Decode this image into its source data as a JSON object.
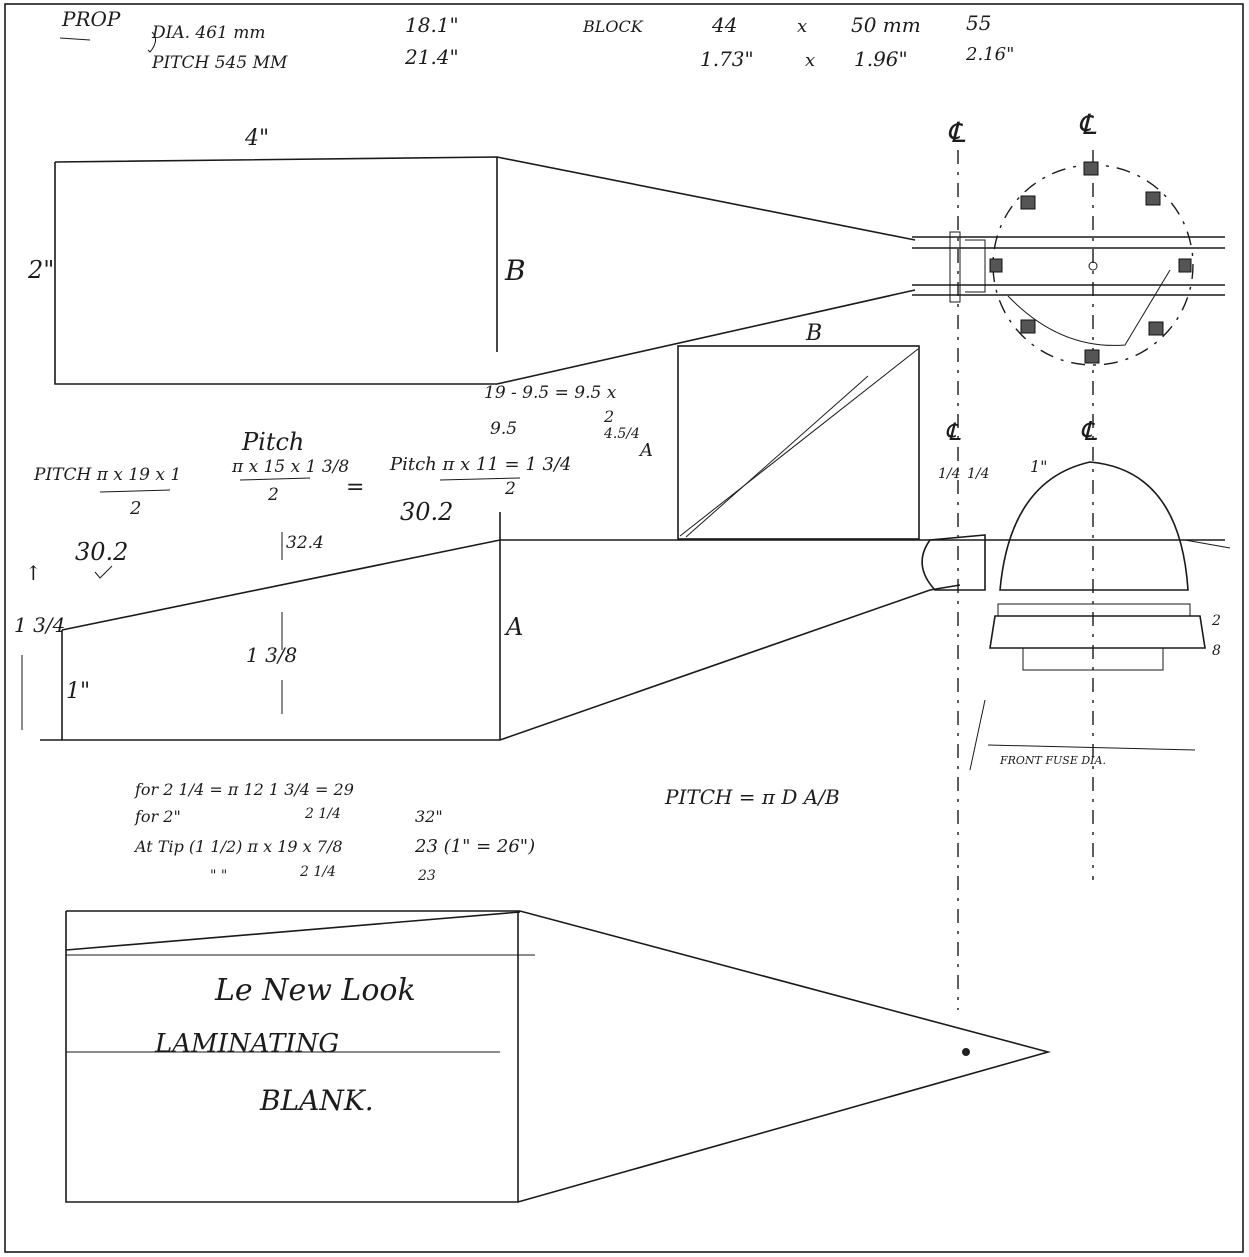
{
  "header": {
    "prop": "PROP",
    "dia": "DIA. 461 mm",
    "dia_in": "18.1\"",
    "pitch": "PITCH 545 MM",
    "pitch_in": "21.4\"",
    "block": "BLOCK",
    "block_w_mm": "44",
    "times1": "x",
    "block_h_mm": "50 mm",
    "block_extra": "55",
    "block_w_in": "1.73\"",
    "times2": "x",
    "block_h_in": "1.96\"",
    "block_extra_in": "2.16\""
  },
  "top_view": {
    "width_label": "4\"",
    "height_label": "2\"",
    "section_label": "B",
    "box_label": "B"
  },
  "notes": {
    "calc_a": "19 - 9.5 = 9.5 x",
    "calc_b": "9.5",
    "calc_c": "2",
    "calc_d": "4.5/4",
    "calc_e": "A",
    "pitch1_a": "PITCH π x 19 x 1",
    "pitch1_b": "2",
    "pitch1_c": "30.2",
    "pitch2_a": "Pitch",
    "pitch2_b": "π x 15 x 1 3/8",
    "pitch2_c": "2",
    "pitch2_eq": "=",
    "pitch3_a": "Pitch π x 11 = 1 3/4",
    "pitch3_b": "2",
    "pitch3_c": "30.2",
    "dim_32": "32.4"
  },
  "side_view": {
    "h1": "1 3/4",
    "h2": "1\"",
    "h3": "1 3/8",
    "section_label": "A",
    "arrow": "↑"
  },
  "formulas": {
    "line1": "for 2 1/4 =  π 12  1 3/4  = 29",
    "line1b": "2 1/4",
    "line2": "for 2\"",
    "line2b": "32\"",
    "line3": "At Tip (1 1/2)   π x 19 x 7/8",
    "line3b": "23 (1\" = 26\")",
    "line4": "\"    \"",
    "line4b": "2 1/4",
    "line4c": "23",
    "pitch_formula": "PITCH = π D A/B"
  },
  "hub": {
    "cl1": "℄",
    "cl2": "℄",
    "cl3": "℄",
    "cl4": "℄",
    "quarter1": "1/4",
    "quarter2": "1/4",
    "inch": "1\"",
    "front_label": "FRONT FUSE DIA.",
    "dim_r1": "2",
    "dim_r2": "8"
  },
  "bottom_view": {
    "line1": "Le New Look",
    "line2": "LAMINATING",
    "line3": "BLANK."
  }
}
